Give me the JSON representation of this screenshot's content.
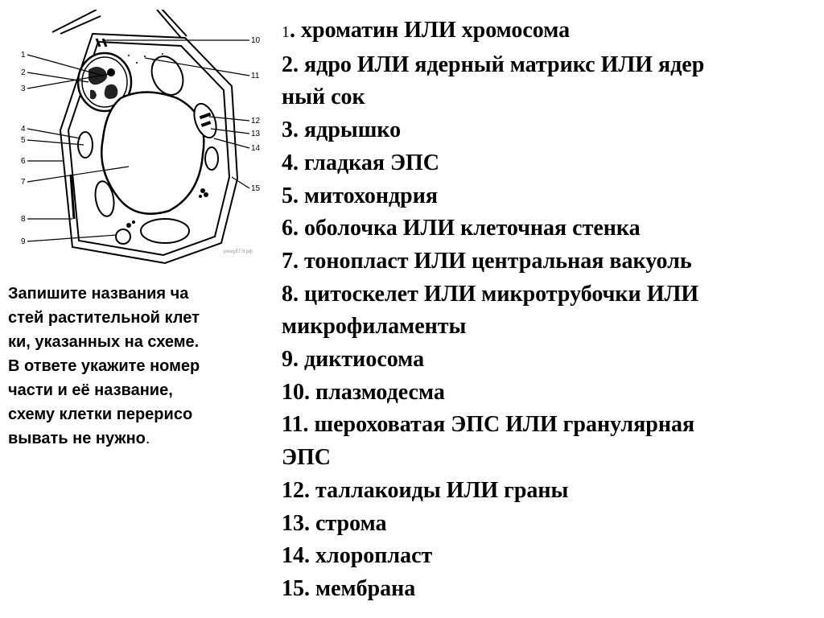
{
  "diagram": {
    "labels": [
      "1",
      "2",
      "3",
      "4",
      "5",
      "6",
      "7",
      "8",
      "9",
      "10",
      "11",
      "12",
      "13",
      "14",
      "15"
    ],
    "watermark": "решуЕГЭ.рф"
  },
  "task": {
    "lines": [
      "Запишите названия ча",
      "стей растительной клет",
      "ки, указанных на схеме.",
      "В ответе укажите номер",
      "части и её название,",
      "схему клетки перерисо",
      "вывать не нужно"
    ],
    "end_mark": "."
  },
  "answers": {
    "first_number": "1",
    "first_rest": ". хроматин ИЛИ хромосома",
    "lines": [
      "2. ядро ИЛИ ядерный матрикс ИЛИ ядер",
      "ный сок",
      "3. ядрышко",
      "4. гладкая ЭПС",
      "5. митохондрия",
      "6. оболочка ИЛИ клеточная стенка",
      "7. тонопласт ИЛИ центральная вакуоль",
      "8. цитоскелет ИЛИ микротрубочки ИЛИ",
      "микрофиламенты",
      "9. диктиосома",
      "10. плазмодесма",
      "11. шероховатая ЭПС ИЛИ гранулярная",
      "ЭПС",
      "12. таллакоиды ИЛИ граны",
      "13. строма",
      "14. хлоропласт",
      "15. мембрана"
    ]
  }
}
